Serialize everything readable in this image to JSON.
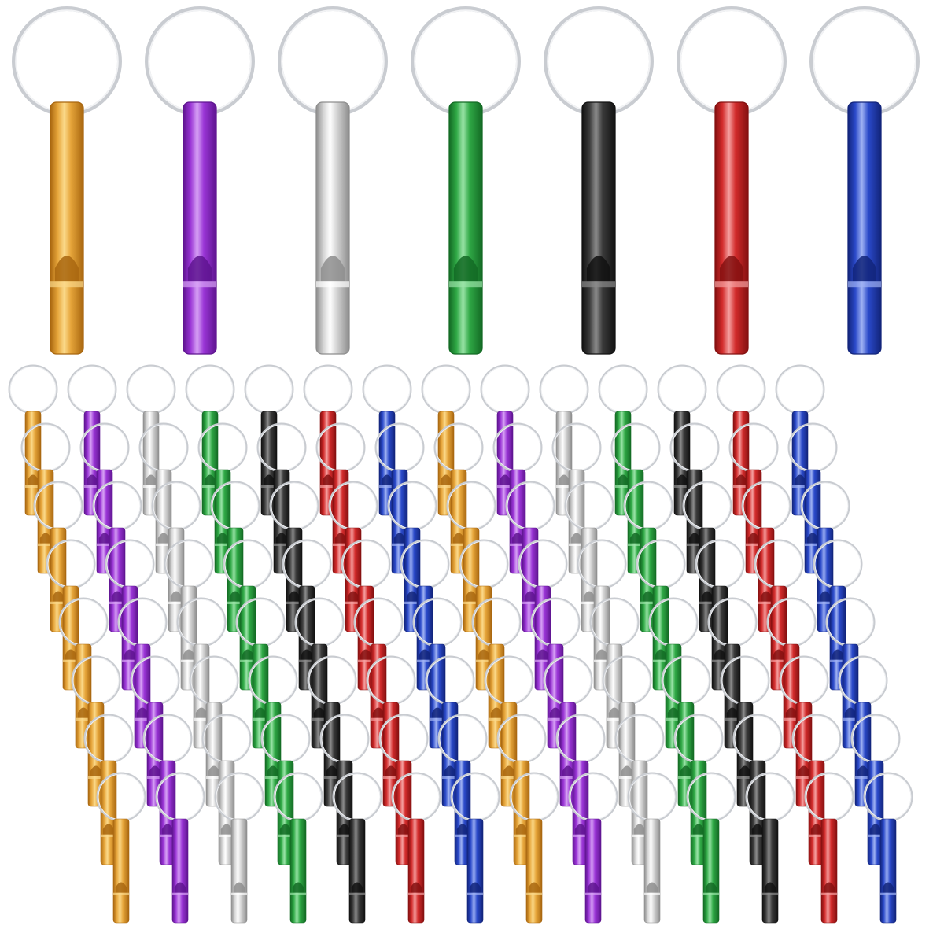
{
  "product_photo": {
    "subject": "whistle-keychain",
    "colors": [
      {
        "name": "gold",
        "base": "#e6a53a",
        "dark": "#a8660f",
        "light": "#fbd98a"
      },
      {
        "name": "purple",
        "base": "#9a35d6",
        "dark": "#5e148f",
        "light": "#d7a2f5"
      },
      {
        "name": "silver",
        "base": "#d4d4d4",
        "dark": "#8d8d8d",
        "light": "#ffffff"
      },
      {
        "name": "green",
        "base": "#2fa845",
        "dark": "#136a24",
        "light": "#9be4a8"
      },
      {
        "name": "black",
        "base": "#3a3a3a",
        "dark": "#111111",
        "light": "#8c8c8c"
      },
      {
        "name": "red",
        "base": "#d22b2b",
        "dark": "#841010",
        "light": "#f5a0a0"
      },
      {
        "name": "blue",
        "base": "#2a49c9",
        "dark": "#12247a",
        "light": "#9fb2f3"
      }
    ],
    "ring_color": "#c9ccd1",
    "featured_count": 7,
    "small_grid_columns": 14,
    "small_grid_rows": 8
  }
}
